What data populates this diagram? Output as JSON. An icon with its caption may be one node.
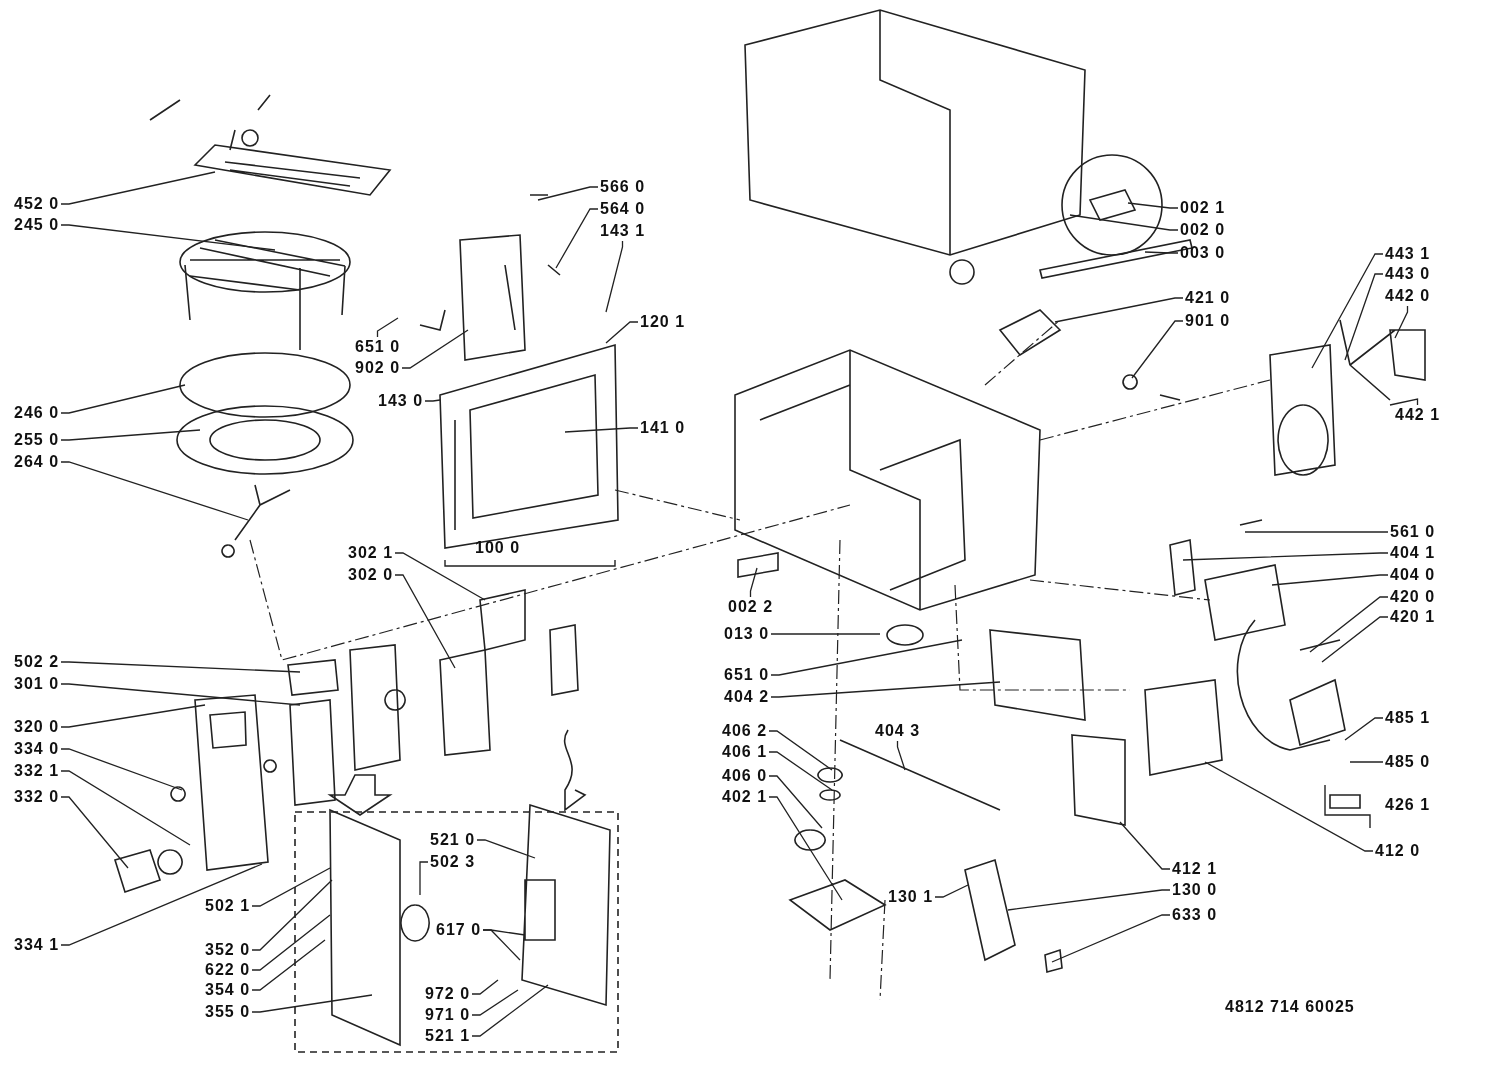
{
  "diagram": {
    "nodes": [
      {
        "text": [
          "452 0"
        ]
      },
      {
        "text": [
          "245 0"
        ]
      },
      {
        "text": [
          "246 0"
        ]
      },
      {
        "text": [
          "255 0"
        ]
      },
      {
        "text": [
          "264 0"
        ]
      },
      {
        "text": [
          "566 0"
        ]
      },
      {
        "text": [
          "564 0"
        ]
      },
      {
        "text": [
          "143 1"
        ]
      },
      {
        "text": [
          "651 0"
        ]
      },
      {
        "text": [
          "902 0"
        ]
      },
      {
        "text": [
          "120 1"
        ]
      },
      {
        "text": [
          "143 0"
        ]
      },
      {
        "text": [
          "141 0"
        ]
      },
      {
        "text": [
          "302 1"
        ]
      },
      {
        "text": [
          "302 0"
        ]
      },
      {
        "text": [
          "502 2"
        ]
      },
      {
        "text": [
          "301 0"
        ]
      },
      {
        "text": [
          "320 0"
        ]
      },
      {
        "text": [
          "334 0"
        ]
      },
      {
        "text": [
          "332 1"
        ]
      },
      {
        "text": [
          "332 0"
        ]
      },
      {
        "text": [
          "521 0"
        ]
      },
      {
        "text": [
          "502 3"
        ]
      },
      {
        "text": [
          "617 0"
        ]
      },
      {
        "text": [
          "502 1"
        ]
      },
      {
        "text": [
          "334 1"
        ]
      },
      {
        "text": [
          "352 0"
        ]
      },
      {
        "text": [
          "622 0"
        ]
      },
      {
        "text": [
          "354 0"
        ]
      },
      {
        "text": [
          "355 0"
        ]
      },
      {
        "text": [
          "972 0"
        ]
      },
      {
        "text": [
          "971 0"
        ]
      },
      {
        "text": [
          "521 1"
        ]
      },
      {
        "text": [
          "002 1"
        ]
      },
      {
        "text": [
          "002 0"
        ]
      },
      {
        "text": [
          "003 0"
        ]
      },
      {
        "text": [
          "421 0"
        ]
      },
      {
        "text": [
          "901 0"
        ]
      },
      {
        "text": [
          "443 1"
        ]
      },
      {
        "text": [
          "443 0"
        ]
      },
      {
        "text": [
          "442 0"
        ]
      },
      {
        "text": [
          "442 1"
        ]
      },
      {
        "text": [
          "561 0"
        ]
      },
      {
        "text": [
          "404 1"
        ]
      },
      {
        "text": [
          "404 0"
        ]
      },
      {
        "text": [
          "420 0"
        ]
      },
      {
        "text": [
          "420 1"
        ]
      },
      {
        "text": [
          "002 2"
        ]
      },
      {
        "text": [
          "013 0"
        ]
      },
      {
        "text": [
          "651 0"
        ]
      },
      {
        "text": [
          "404 2"
        ]
      },
      {
        "text": [
          "406 2"
        ]
      },
      {
        "text": [
          "404 3"
        ]
      },
      {
        "text": [
          "406 1"
        ]
      },
      {
        "text": [
          "485 1"
        ]
      },
      {
        "text": [
          "406 0"
        ]
      },
      {
        "text": [
          "485 0"
        ]
      },
      {
        "text": [
          "402 1"
        ]
      },
      {
        "text": [
          "412 1"
        ]
      },
      {
        "text": [
          "412 0"
        ]
      },
      {
        "text": [
          "130 1"
        ]
      },
      {
        "text": [
          "130 0"
        ]
      },
      {
        "text": [
          "633 0"
        ]
      }
    ],
    "edges": [
      {
        "from": 0,
        "to": null,
        "arrow": "none"
      },
      {
        "from": 1,
        "to": null,
        "arrow": "none"
      },
      {
        "from": 2,
        "to": null,
        "arrow": "none"
      },
      {
        "from": 3,
        "to": null,
        "arrow": "none"
      },
      {
        "from": 4,
        "to": null,
        "arrow": "none"
      },
      {
        "from": 5,
        "to": null,
        "arrow": "none"
      },
      {
        "from": 6,
        "to": null,
        "arrow": "none"
      },
      {
        "from": 7,
        "to": null,
        "arrow": "none"
      },
      {
        "from": 8,
        "to": null,
        "arrow": "none"
      },
      {
        "from": 9,
        "to": null,
        "arrow": "none"
      },
      {
        "from": 10,
        "to": null,
        "arrow": "none"
      },
      {
        "from": 11,
        "to": null,
        "arrow": "none"
      },
      {
        "from": 12,
        "to": null,
        "arrow": "none"
      },
      {
        "from": 13,
        "to": null,
        "arrow": "none"
      },
      {
        "from": 14,
        "to": null,
        "arrow": "none"
      },
      {
        "from": 15,
        "to": null,
        "arrow": "none"
      },
      {
        "from": 16,
        "to": null,
        "arrow": "none"
      },
      {
        "from": 17,
        "to": null,
        "arrow": "none"
      },
      {
        "from": 18,
        "to": null,
        "arrow": "none"
      },
      {
        "from": 19,
        "to": null,
        "arrow": "none"
      },
      {
        "from": 20,
        "to": null,
        "arrow": "none"
      },
      {
        "from": 21,
        "to": null,
        "arrow": "none"
      },
      {
        "from": 22,
        "to": null,
        "arrow": "none"
      },
      {
        "from": 23,
        "to": null,
        "arrow": "none"
      },
      {
        "from": 23,
        "to": null,
        "arrow": "none"
      },
      {
        "from": 24,
        "to": null,
        "arrow": "none"
      },
      {
        "from": 25,
        "to": null,
        "arrow": "none"
      },
      {
        "from": 26,
        "to": null,
        "arrow": "none"
      },
      {
        "from": 27,
        "to": null,
        "arrow": "none"
      },
      {
        "from": 28,
        "to": null,
        "arrow": "none"
      },
      {
        "from": 29,
        "to": null,
        "arrow": "none"
      },
      {
        "from": 30,
        "to": null,
        "arrow": "none"
      },
      {
        "from": 31,
        "to": null,
        "arrow": "none"
      },
      {
        "from": 32,
        "to": null,
        "arrow": "none"
      },
      {
        "from": 33,
        "to": null,
        "arrow": "none"
      },
      {
        "from": 34,
        "to": null,
        "arrow": "none"
      },
      {
        "from": 35,
        "to": null,
        "arrow": "none"
      },
      {
        "from": 36,
        "to": null,
        "arrow": "none"
      },
      {
        "from": 37,
        "to": null,
        "arrow": "none"
      },
      {
        "from": 38,
        "to": null,
        "arrow": "none"
      },
      {
        "from": 39,
        "to": null,
        "arrow": "none"
      },
      {
        "from": 40,
        "to": null,
        "arrow": "none"
      },
      {
        "from": 41,
        "to": null,
        "arrow": "none"
      },
      {
        "from": 42,
        "to": null,
        "arrow": "none"
      },
      {
        "from": 43,
        "to": null,
        "arrow": "none"
      },
      {
        "from": 44,
        "to": null,
        "arrow": "none"
      },
      {
        "from": 45,
        "to": null,
        "arrow": "none"
      },
      {
        "from": 46,
        "to": null,
        "arrow": "none"
      },
      {
        "from": 47,
        "to": null,
        "arrow": "none"
      },
      {
        "from": 48,
        "to": null,
        "arrow": "none"
      },
      {
        "from": 49,
        "to": null,
        "arrow": "none"
      },
      {
        "from": 50,
        "to": null,
        "arrow": "none"
      },
      {
        "from": 51,
        "to": null,
        "arrow": "none"
      },
      {
        "from": 52,
        "to": null,
        "arrow": "none"
      },
      {
        "from": 53,
        "to": null,
        "arrow": "none"
      },
      {
        "from": 54,
        "to": null,
        "arrow": "none"
      },
      {
        "from": 55,
        "to": null,
        "arrow": "none"
      },
      {
        "from": 56,
        "to": null,
        "arrow": "none"
      },
      {
        "from": 57,
        "to": null,
        "arrow": "none"
      },
      {
        "from": 58,
        "to": null,
        "arrow": "none"
      },
      {
        "from": 59,
        "to": null,
        "arrow": "none"
      },
      {
        "from": 60,
        "to": null,
        "arrow": "none"
      },
      {
        "from": 61,
        "to": null,
        "arrow": "none"
      },
      {
        "from": 62,
        "to": null,
        "arrow": "none"
      }
    ],
    "labels": [
      "100 0",
      "426 1",
      "4812 714 60025"
    ]
  }
}
